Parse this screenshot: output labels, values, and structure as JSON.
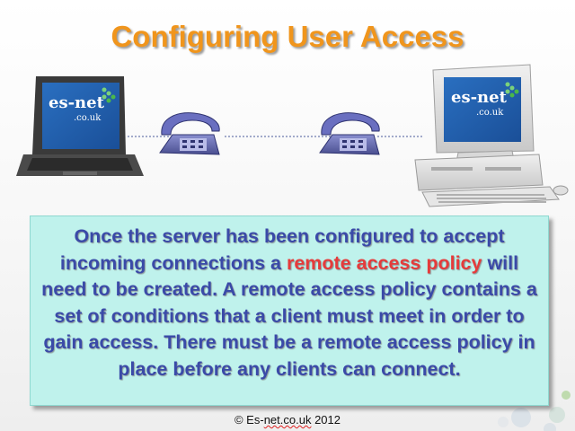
{
  "slide": {
    "title": "Configuring User Access",
    "body": {
      "before": "Once the server has been configured to accept incoming connections a ",
      "highlight": "remote access policy",
      "after": " will need to be created. A remote access policy contains a set of conditions that a client must meet in order to gain access. There must be a remote access policy in place before any clients can connect."
    },
    "footer": {
      "prefix": "© Es-",
      "site": "net.co.uk",
      "year": " 2012"
    }
  },
  "diagram": {
    "laptop_logo": {
      "brand": "es-net",
      "domain": ".co.uk"
    },
    "desktop_logo": {
      "brand": "es-net",
      "domain": ".co.uk"
    }
  },
  "colors": {
    "title": "#f0951c",
    "body_text": "#3a4aa8",
    "highlight": "#e53b3b",
    "box_background": "#bff2ec"
  }
}
